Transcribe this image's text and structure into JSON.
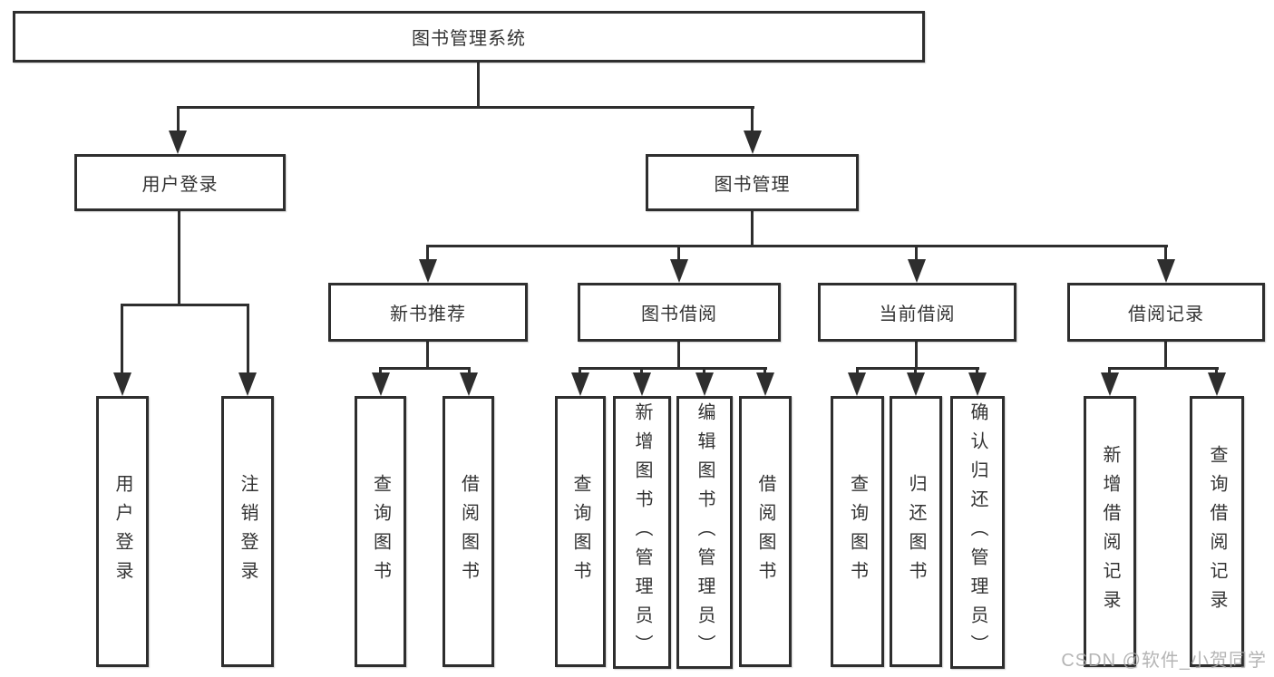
{
  "diagram": {
    "title": "图书管理系统",
    "root": {
      "label": "图书管理系统"
    },
    "level2": [
      {
        "label": "用户登录"
      },
      {
        "label": "图书管理"
      }
    ],
    "level3": [
      {
        "label": "新书推荐"
      },
      {
        "label": "图书借阅"
      },
      {
        "label": "当前借阅"
      },
      {
        "label": "借阅记录"
      }
    ],
    "leaves": {
      "user_login": [
        "用户登录",
        "注销登录"
      ],
      "new_book": [
        "查询图书",
        "借阅图书"
      ],
      "borrow": [
        "查询图书",
        "新增图书（管理员）",
        "编辑图书（管理员）",
        "借阅图书"
      ],
      "current": [
        "查询图书",
        "归还图书",
        "确认归还（管理员）"
      ],
      "records": [
        "新增借阅记录",
        "查询借阅记录"
      ]
    }
  },
  "watermark": {
    "text": "CSDN @软件_小贺同学",
    "color": "#a8a8a8"
  },
  "colors": {
    "line": "#2e2e2e",
    "text": "#333333",
    "background": "#ffffff"
  }
}
